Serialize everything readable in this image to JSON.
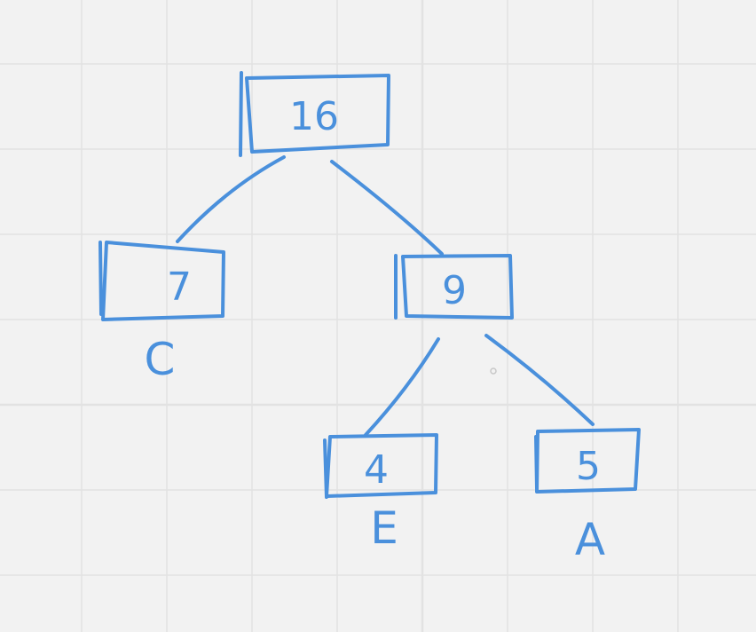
{
  "theme": {
    "ink_color": "#4a90dc",
    "background_color": "#f2f2f2",
    "grid_color": "#e2e2e2"
  },
  "tree": {
    "root": {
      "value": "16"
    },
    "left_child": {
      "value": "7",
      "symbol": "C"
    },
    "right_child": {
      "value": "9"
    },
    "right_left_child": {
      "value": "4",
      "symbol": "E"
    },
    "right_right_child": {
      "value": "5",
      "symbol": "A"
    }
  }
}
